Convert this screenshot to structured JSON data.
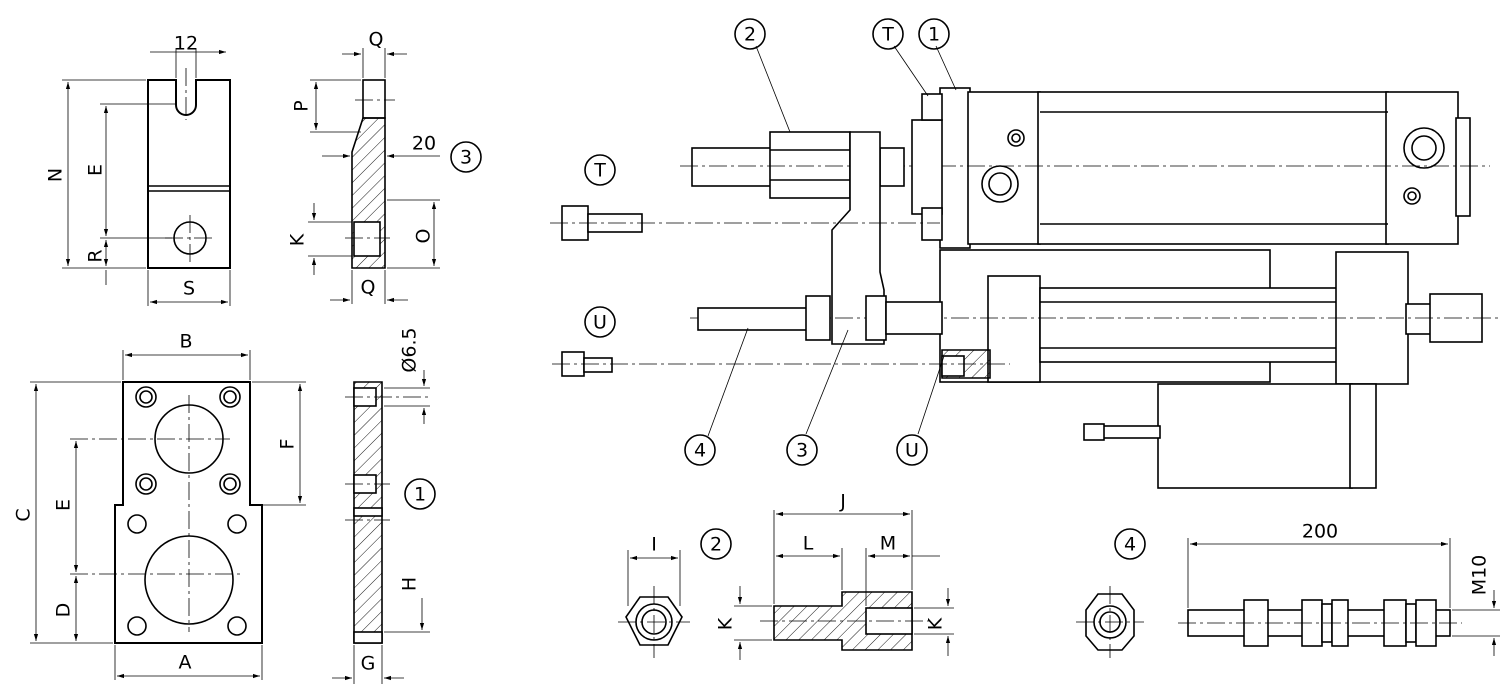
{
  "dims": {
    "bracket3_width_slot": "12",
    "bracket3_N": "N",
    "bracket3_E": "E",
    "bracket3_R": "R",
    "bracket3_S": "S",
    "side3_Q_top": "Q",
    "side3_P": "P",
    "side3_20": "20",
    "side3_K": "K",
    "side3_O": "O",
    "side3_Q_bottom": "Q",
    "plate1_B": "B",
    "plate1_C": "C",
    "plate1_E": "E",
    "plate1_F": "F",
    "plate1_D": "D",
    "plate1_A": "A",
    "side1_dia": "Ø6.5",
    "side1_H": "H",
    "side1_G": "G",
    "nut2_I": "I",
    "nut2_J": "J",
    "nut2_L": "L",
    "nut2_M": "M",
    "nut2_K_left": "K",
    "nut2_K_right": "K",
    "rod4_200": "200",
    "rod4_M10": "M10"
  },
  "callouts": {
    "c3_side": "3",
    "c1_side": "1",
    "c2_nut": "2",
    "c4_rod": "4",
    "assy_2": "2",
    "assy_T_top": "T",
    "assy_1": "1",
    "assy_T_left": "T",
    "assy_U_left": "U",
    "assy_4": "4",
    "assy_3": "3",
    "assy_U_bottom": "U"
  }
}
